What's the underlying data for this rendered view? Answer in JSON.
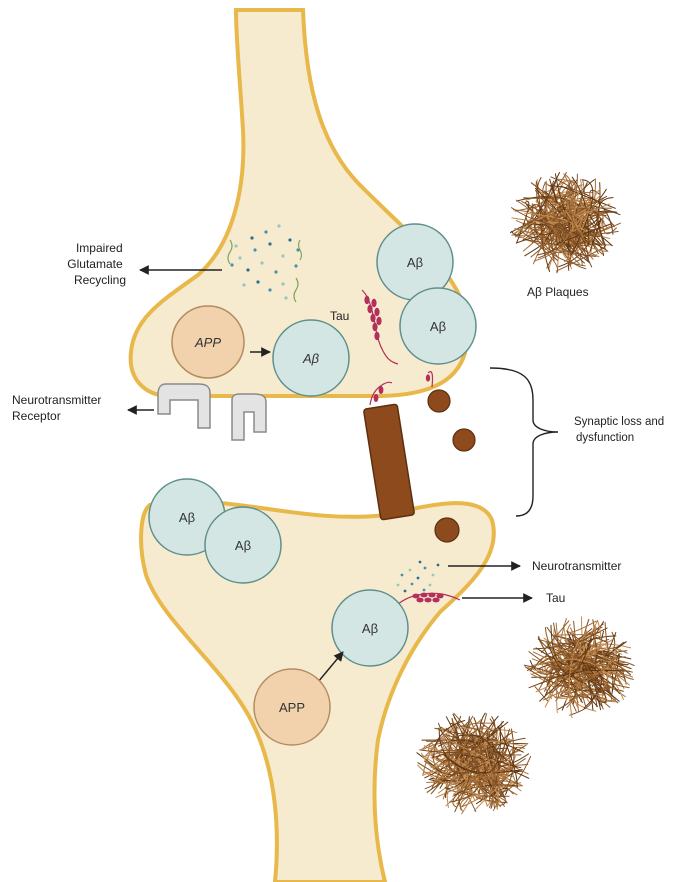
{
  "labels": {
    "impaired_line1": "Impaired",
    "impaired_line2": "Glutamate",
    "impaired_line3": "Recycling",
    "receptor_line1": "Neurotransmitter",
    "receptor_line2": "Receptor",
    "plaques": "Aβ Plaques",
    "synaptic_line1": "Synaptic loss and",
    "synaptic_line2": "dysfunction",
    "neurotransmitter": "Neurotransmitter",
    "tau_bottom": "Tau",
    "tau_top": "Tau"
  },
  "molecules": {
    "ab": "Aβ",
    "app_top": "APP",
    "app_bottom": "APP"
  },
  "colors": {
    "neuron_fill": "#f7ebcf",
    "neuron_outline": "#e8b84a",
    "ab_fill": "#d3e6e4",
    "app_fill": "#f1d2ac",
    "tau_color": "#b2305b",
    "brown": "#8d4a1c"
  }
}
